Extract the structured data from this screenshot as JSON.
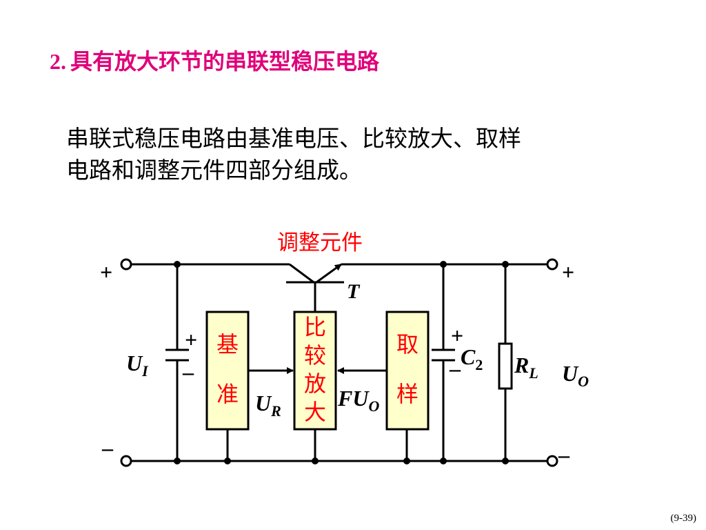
{
  "slide": {
    "title_num": "2.",
    "title_text": "具有放大环节的串联型稳压电路",
    "paragraph_line1": "串联式稳压电路由基准电压、比较放大、取样",
    "paragraph_line2": "电路和调整元件四部分组成。",
    "page_number": "(9-39)"
  },
  "diagram": {
    "adjust_element_label": "调整元件",
    "transistor_label": "T",
    "input_plus": "+",
    "input_minus": "–",
    "output_plus": "+",
    "output_minus": "–",
    "input_voltage": {
      "main": "U",
      "sub": "I"
    },
    "output_voltage": {
      "main": "U",
      "sub": "O"
    },
    "reference_voltage": {
      "main": "U",
      "sub": "R"
    },
    "feedback_voltage": {
      "main": "FU",
      "sub": "O"
    },
    "capacitor_c1_plus": "+",
    "capacitor_c1_minus": "–",
    "capacitor_c2": {
      "main": "C",
      "sub": "2",
      "plus": "+",
      "minus": "–"
    },
    "load": {
      "main": "R",
      "sub": "L"
    },
    "block_reference": [
      "基",
      "准"
    ],
    "block_amplifier": [
      "比",
      "较",
      "放",
      "大"
    ],
    "block_sampling": [
      "取",
      "样"
    ],
    "colors": {
      "title": "#e0007a",
      "block_text": "#ff0000",
      "block_fill": "#ffffcc",
      "wire": "#000000"
    }
  }
}
